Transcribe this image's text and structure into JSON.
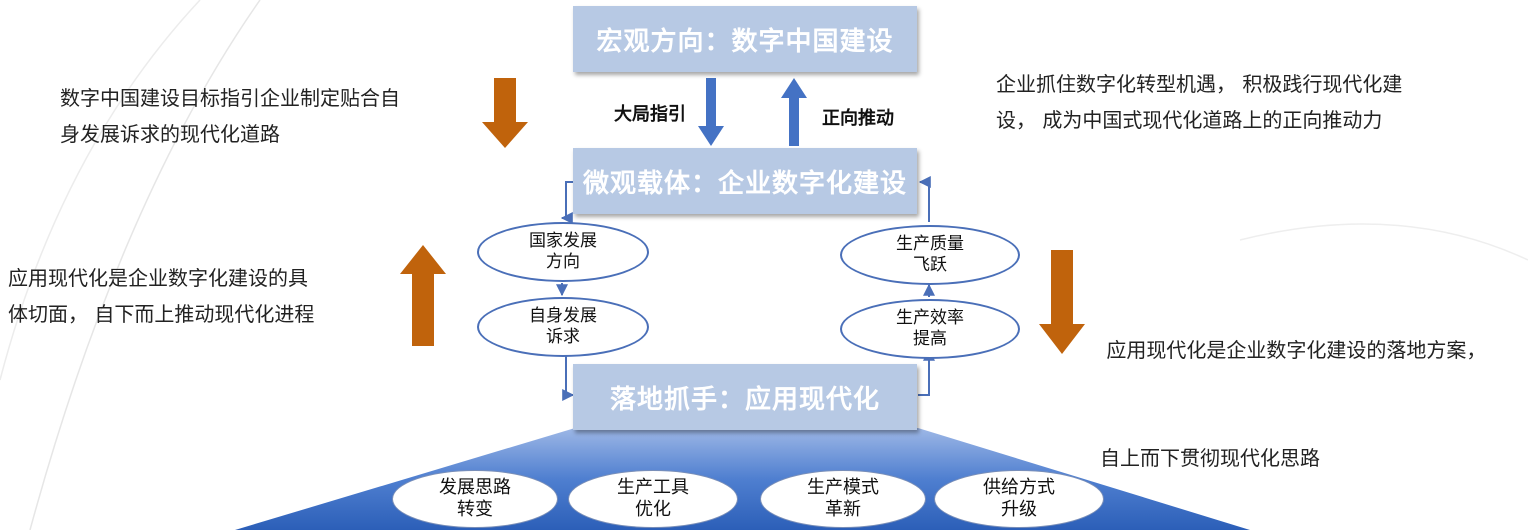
{
  "top_box": "宏观方向：数字中国建设",
  "mid_box": "微观载体：企业数字化建设",
  "bottom_box": "落地抓手：应用现代化",
  "arrow_down_label": "大局指引",
  "arrow_up_label": "正向推动",
  "left_chain": [
    [
      "国家发展",
      "方向"
    ],
    [
      "自身发展",
      "诉求"
    ]
  ],
  "right_chain": [
    [
      "生产质量",
      "飞跃"
    ],
    [
      "生产效率",
      "提高"
    ]
  ],
  "base_items": [
    [
      "发展思路",
      "转变"
    ],
    [
      "生产工具",
      "优化"
    ],
    [
      "生产模式",
      "革新"
    ],
    [
      "供给方式",
      "升级"
    ]
  ],
  "text_top_left": [
    "数字中国建设目标指引企业制定贴合自",
    "身发展诉求的现代化道路"
  ],
  "text_top_right": [
    "企业抓住数字化转型机遇， 积极践行现代化建",
    "设， 成为中国式现代化道路上的正向推动力"
  ],
  "text_mid_left": [
    "应用现代化是企业数字化建设的具",
    "体切面， 自下而上推动现代化进程"
  ],
  "text_mid_right": [
    " 应用现代化是企业数字化建设的落地方案，",
    "自上而下贯彻现代化思路"
  ],
  "colors": {
    "box": "#b7c9e4",
    "blue_arrow": "#4472c4",
    "orange_arrow": "#c0630c",
    "base": "#3d6fc2"
  }
}
